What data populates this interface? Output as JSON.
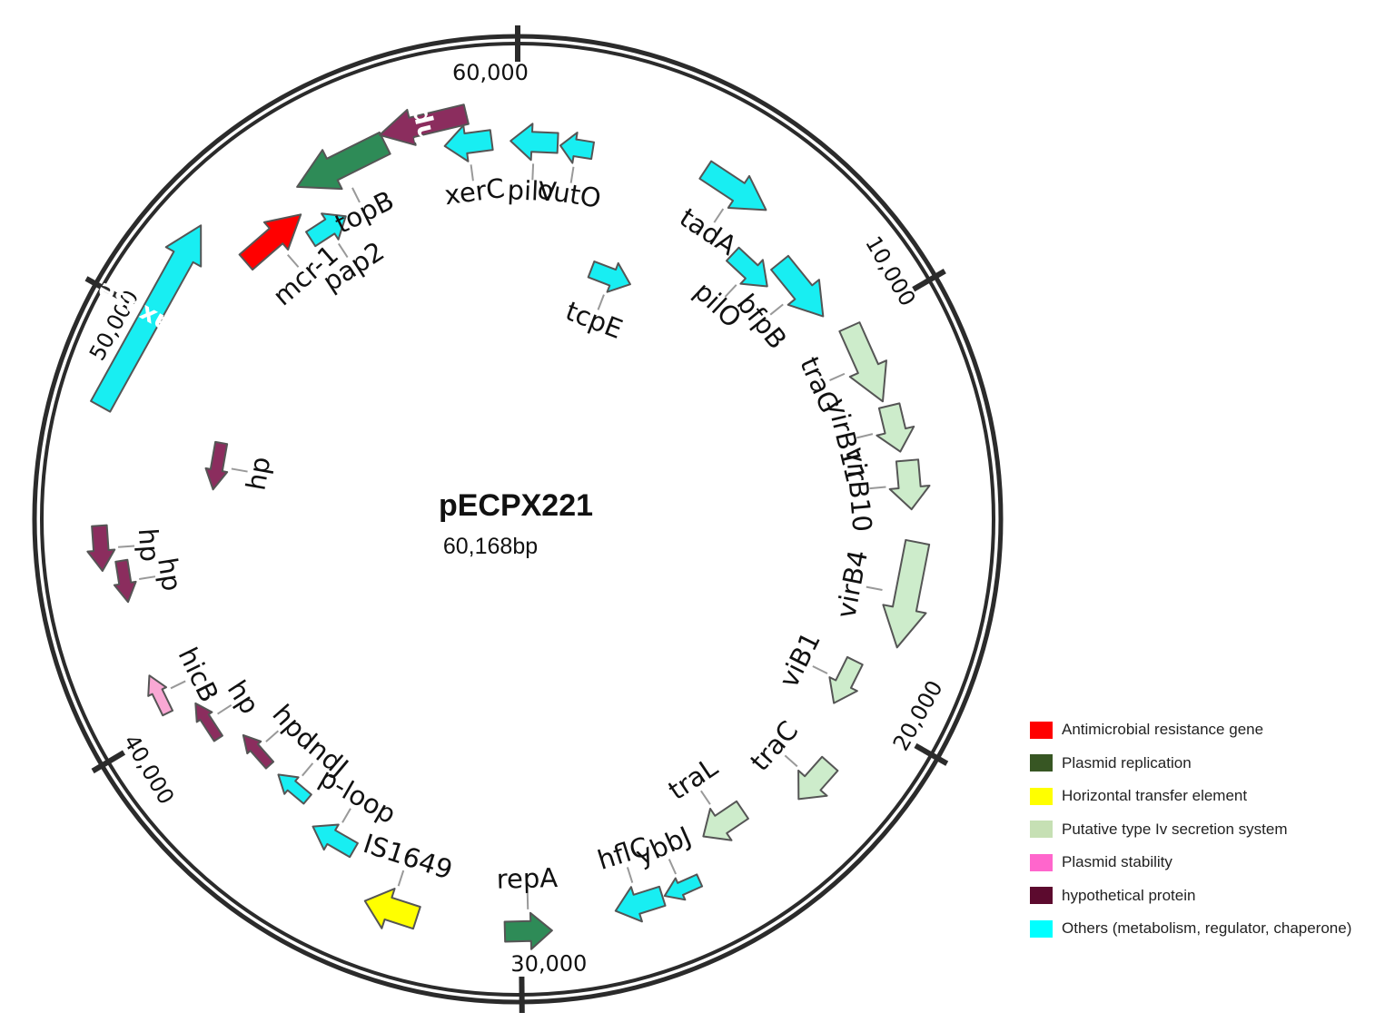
{
  "plasmid": {
    "name": "pECPX221",
    "length_label": "60,168bp",
    "total_bp": 60168
  },
  "ticks": [
    {
      "pos": 0,
      "label": "60,000"
    },
    {
      "pos": 10000,
      "label": "10,000"
    },
    {
      "pos": 20000,
      "label": "20,000"
    },
    {
      "pos": 30000,
      "label": "30,000"
    },
    {
      "pos": 40000,
      "label": "40,000"
    },
    {
      "pos": 50000,
      "label": "50,000"
    }
  ],
  "categories": [
    {
      "key": "amr",
      "label": "Antimicrobial resistance gene",
      "color": "#ff0000"
    },
    {
      "key": "replication",
      "label": "Plasmid replication",
      "color": "#375623"
    },
    {
      "key": "hte",
      "label": "Horizontal transfer element",
      "color": "#ffff00"
    },
    {
      "key": "t4ss",
      "label": "Putative type Iv secretion system",
      "color": "#c6e0b4"
    },
    {
      "key": "stability",
      "label": "Plasmid stability",
      "color": "#ff66cc"
    },
    {
      "key": "hypothetical",
      "label": "hypothetical protein",
      "color": "#5c0a2e"
    },
    {
      "key": "others",
      "label": "Others (metabolism, regulator, chaperone)",
      "color": "#00ffff"
    }
  ],
  "feature_colors": {
    "others": "#18eef2",
    "t4ss": "#cdeccb",
    "amr": "#ff0000",
    "replication": "#2e8b57",
    "hte": "#ffff00",
    "stability": "#f9a8d4",
    "hypothetical": "#8b2d5e"
  },
  "genes": [
    {
      "name": "xerC",
      "cat": "others",
      "ang": -7.5,
      "r": 418,
      "len": 52,
      "w": 40,
      "dir": -1,
      "label": "outer"
    },
    {
      "name": "pilV",
      "cat": "others",
      "ang": 2.5,
      "r": 416,
      "len": 52,
      "w": 40,
      "dir": -1,
      "label": "outer"
    },
    {
      "name": "outO",
      "cat": "others",
      "ang": 9,
      "r": 414,
      "len": 36,
      "w": 34,
      "dir": -1,
      "label": "outer"
    },
    {
      "name": "tadA",
      "cat": "others",
      "ang": 33.5,
      "r": 435,
      "len": 80,
      "w": 42,
      "dir": 1,
      "label": "outer"
    },
    {
      "name": "pilO",
      "cat": "others",
      "ang": 43,
      "r": 375,
      "len": 52,
      "w": 36,
      "dir": 1,
      "label": "outer"
    },
    {
      "name": "bfpB",
      "cat": "others",
      "ang": 51,
      "r": 402,
      "len": 76,
      "w": 44,
      "dir": 1,
      "label": "outer"
    },
    {
      "name": "tcpE",
      "cat": "others",
      "ang": 21,
      "r": 286,
      "len": 46,
      "w": 34,
      "dir": 1,
      "label": "outer"
    },
    {
      "name": "traG",
      "cat": "t4ss",
      "ang": 66,
      "r": 420,
      "len": 90,
      "w": 44,
      "dir": 1,
      "label": "outer"
    },
    {
      "name": "virB11",
      "cat": "t4ss",
      "ang": 76.5,
      "r": 427,
      "len": 52,
      "w": 42,
      "dir": 1,
      "label": "outer"
    },
    {
      "name": "virB10",
      "cat": "t4ss",
      "ang": 85,
      "r": 433,
      "len": 54,
      "w": 44,
      "dir": 1,
      "label": "outer"
    },
    {
      "name": "virB4",
      "cat": "t4ss",
      "ang": 101,
      "r": 437,
      "len": 118,
      "w": 48,
      "dir": 1,
      "label": "outer"
    },
    {
      "name": "viB1",
      "cat": "t4ss",
      "ang": 116.5,
      "r": 402,
      "len": 52,
      "w": 34,
      "dir": 1,
      "label": "outer"
    },
    {
      "name": "traC",
      "cat": "t4ss",
      "ang": 131.5,
      "r": 436,
      "len": 52,
      "w": 42,
      "dir": 1,
      "label": "outer"
    },
    {
      "name": "traL",
      "cat": "t4ss",
      "ang": 146,
      "r": 404,
      "len": 52,
      "w": 42,
      "dir": 1,
      "label": "outer"
    },
    {
      "name": "ybbJ",
      "cat": "others",
      "ang": 156,
      "r": 445,
      "len": 42,
      "w": 26,
      "dir": 1,
      "label": "outer"
    },
    {
      "name": "hflC",
      "cat": "others",
      "ang": 162.5,
      "r": 444,
      "len": 54,
      "w": 40,
      "dir": 1,
      "label": "outer"
    },
    {
      "name": "repA",
      "cat": "replication",
      "ang": 178.5,
      "r": 454,
      "len": 52,
      "w": 40,
      "dir": -1,
      "label": "outer"
    },
    {
      "name": "IS1649",
      "cat": "hte",
      "ang": 198,
      "r": 452,
      "len": 60,
      "w": 46,
      "dir": 1,
      "label": "outer"
    },
    {
      "name": "p-loop",
      "cat": "others",
      "ang": 210,
      "r": 406,
      "len": 52,
      "w": 32,
      "dir": 1,
      "label": "outer"
    },
    {
      "name": "dndJ",
      "cat": "others",
      "ang": 220,
      "r": 385,
      "len": 42,
      "w": 24,
      "dir": 1,
      "label": "outer"
    },
    {
      "name": "hp",
      "cat": "hypothetical",
      "ang": 228.5,
      "r": 384,
      "len": 44,
      "w": 20,
      "dir": 1,
      "label": "outer"
    },
    {
      "name": "hp",
      "cat": "hypothetical",
      "ang": 237,
      "r": 408,
      "len": 46,
      "w": 20,
      "dir": 1,
      "label": "outer"
    },
    {
      "name": "hicB",
      "cat": "stability",
      "ang": 244,
      "r": 440,
      "len": 46,
      "w": 22,
      "dir": 1,
      "label": "outer"
    },
    {
      "name": "hp",
      "cat": "hypothetical",
      "ang": 261,
      "r": 438,
      "len": 46,
      "w": 24,
      "dir": -1,
      "label": "outer"
    },
    {
      "name": "hp",
      "cat": "hypothetical",
      "ang": 266,
      "r": 460,
      "len": 50,
      "w": 30,
      "dir": -1,
      "label": "outer"
    },
    {
      "name": "hp",
      "cat": "hypothetical",
      "ang": 280,
      "r": 336,
      "len": 52,
      "w": 24,
      "dir": -1,
      "label": "outer"
    },
    {
      "name": "relaxase",
      "cat": "others",
      "ang": 299,
      "r": 462,
      "len": 228,
      "w": 44,
      "dir": 1,
      "label": "inside"
    },
    {
      "name": "mcr-1",
      "cat": "amr",
      "ang": 319,
      "r": 410,
      "len": 80,
      "w": 40,
      "dir": 1,
      "label": "outer"
    },
    {
      "name": "pap2",
      "cat": "others",
      "ang": 327,
      "r": 383,
      "len": 46,
      "w": 34,
      "dir": 1,
      "label": "outer"
    },
    {
      "name": "topB",
      "cat": "replication",
      "ang": 333.5,
      "r": 436,
      "len": 108,
      "w": 48,
      "dir": -1,
      "label": "outer"
    },
    {
      "name": "hp",
      "cat": "hypothetical",
      "ang": 346.5,
      "r": 447,
      "len": 98,
      "w": 40,
      "dir": -1,
      "label": "inside"
    }
  ]
}
